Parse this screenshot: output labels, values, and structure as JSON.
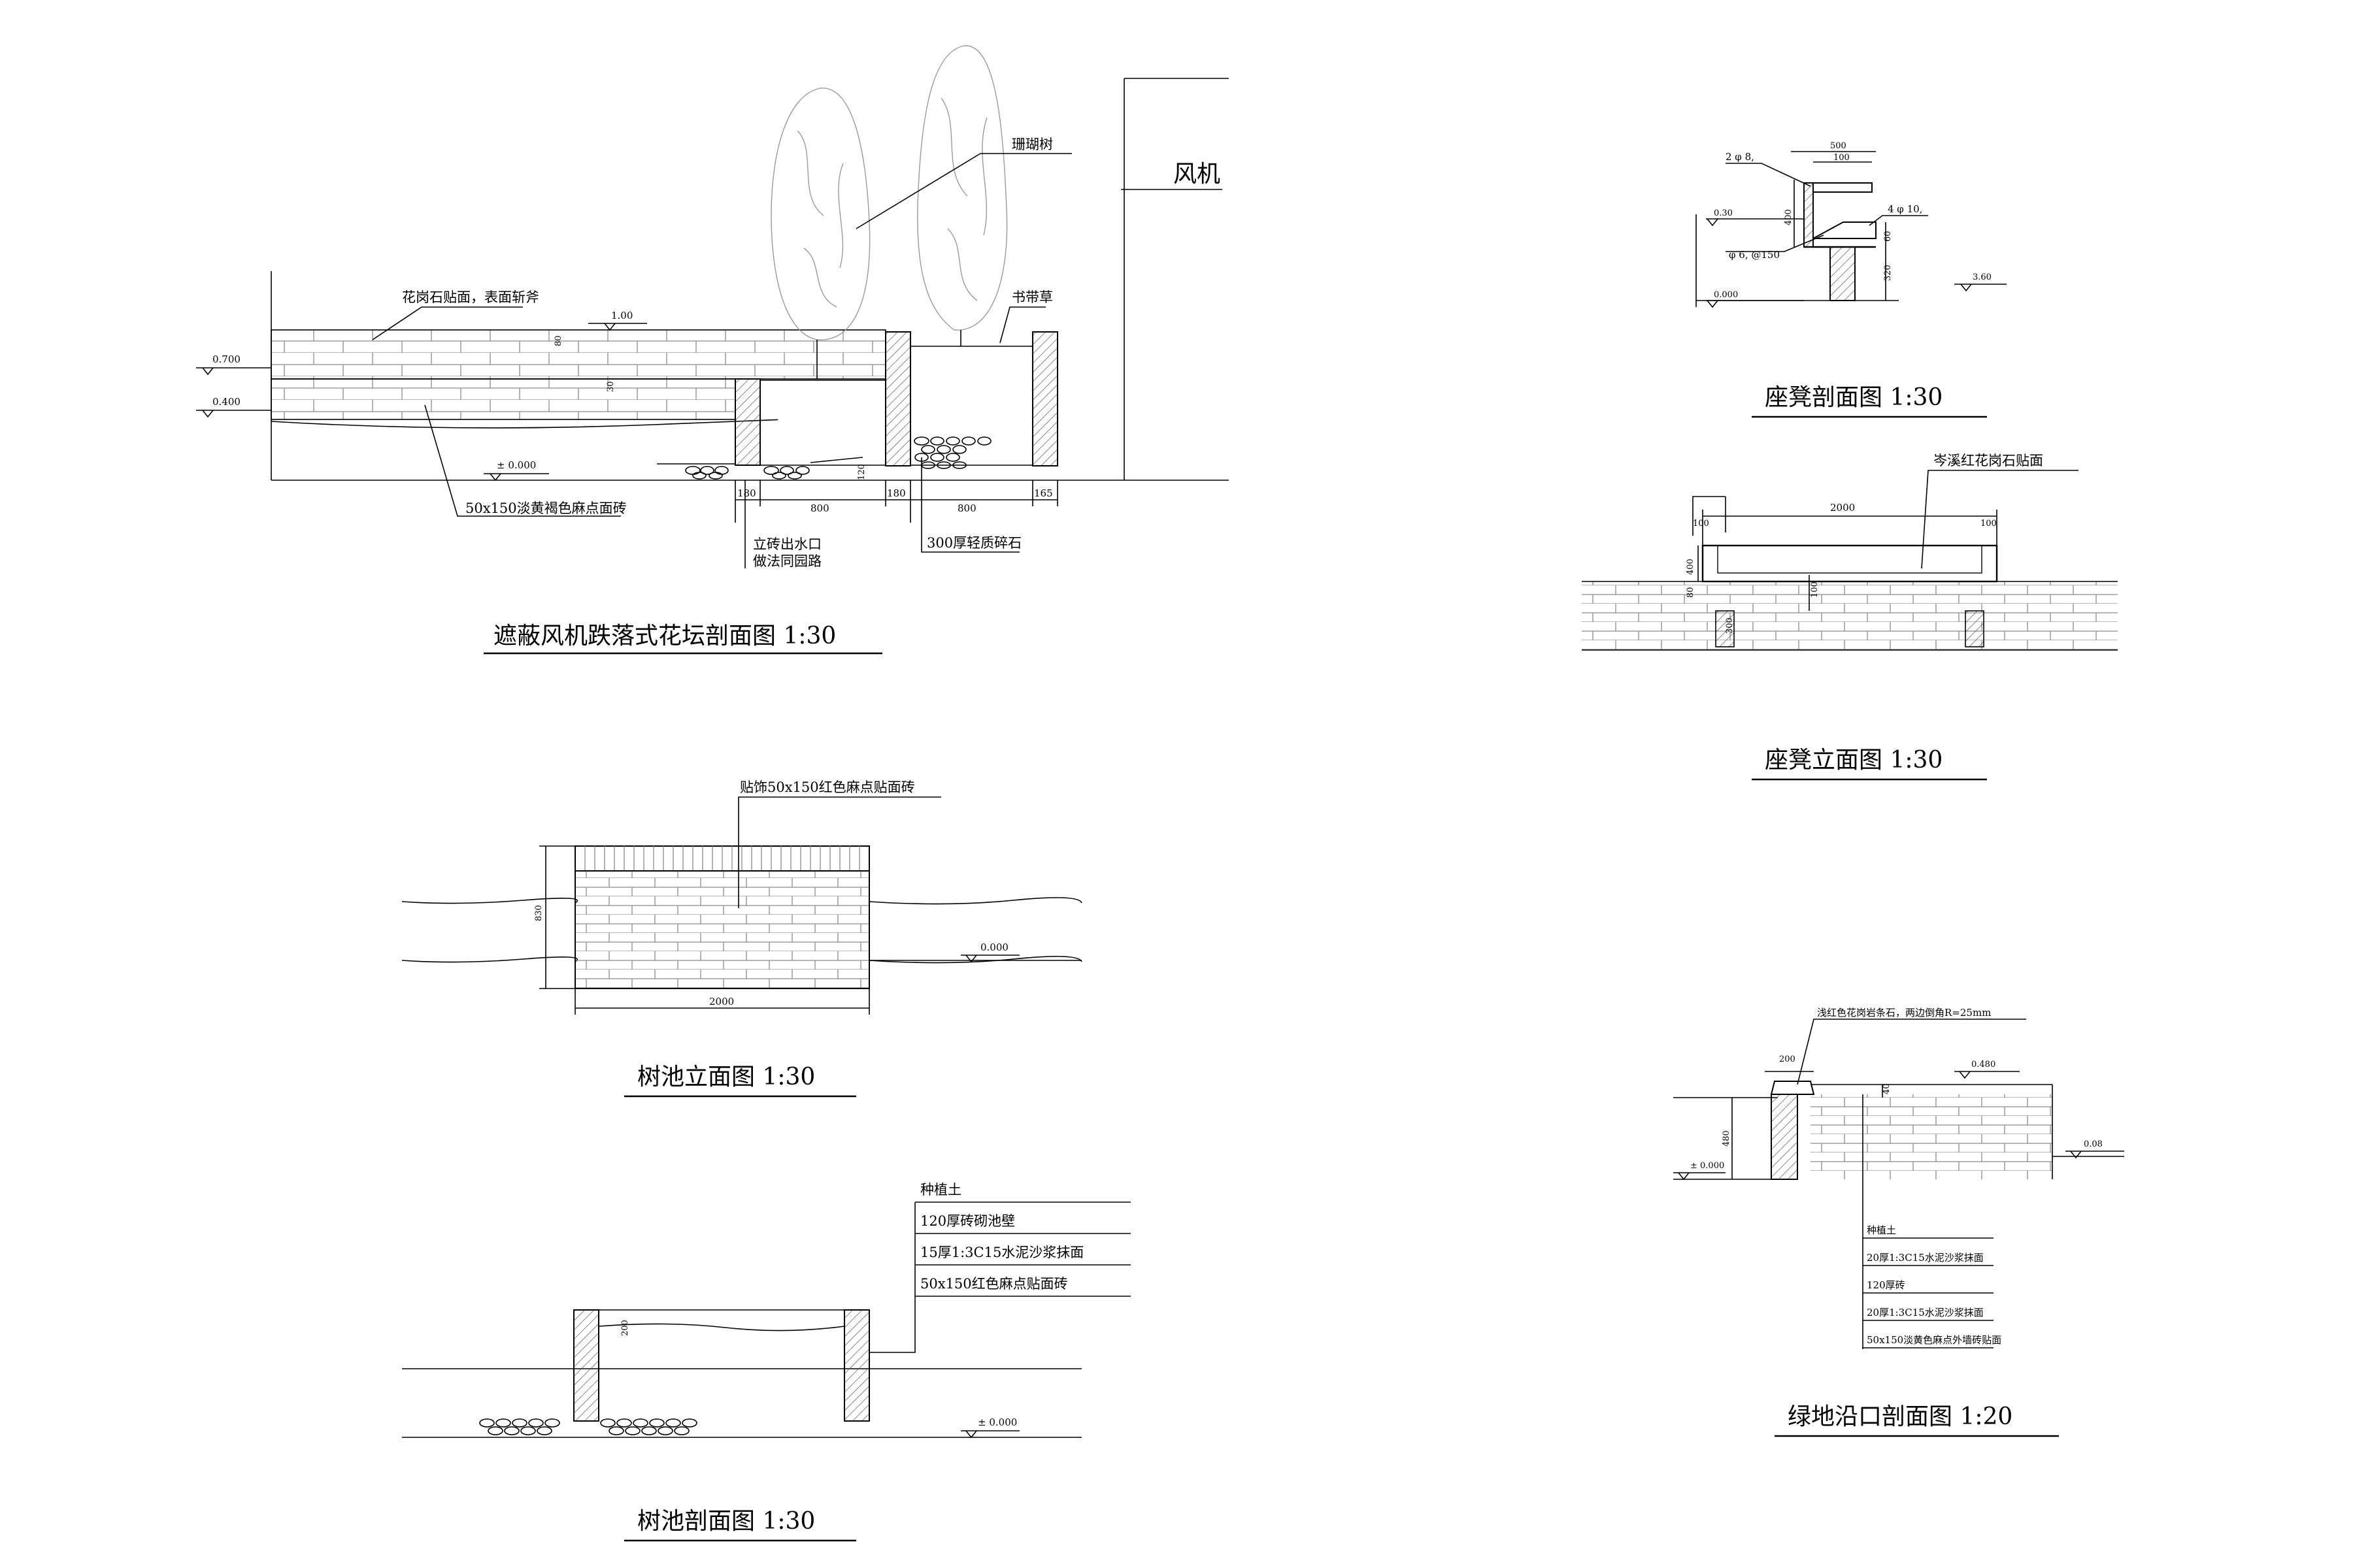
{
  "drawing_a": {
    "title": "遮蔽风机跌落式花坛剖面图  1:30",
    "fan_label": "风机",
    "tree_label": "珊瑚树",
    "granite_label": "花岗石贴面，表面斩斧",
    "grass_label": "书带草",
    "tile_label": "50x150淡黄褐色麻点面砖",
    "outlet_label_1": "立砖出水口",
    "outlet_label_2": "做法同园路",
    "gravel_label": "300厚轻质碎石",
    "level_top": "1.00",
    "level_700": "0.700",
    "level_400": "0.400",
    "level_zero": "± 0.000",
    "dim_80": "80",
    "dim_30": "30",
    "dim_120": "120",
    "dim_180a": "180",
    "dim_800a": "800",
    "dim_180b": "180",
    "dim_800b": "800",
    "dim_165": "165"
  },
  "drawing_b": {
    "title": "树池立面图  1:30",
    "tile_label": "贴饰50x150红色麻点贴面砖",
    "dim_width": "2000",
    "dim_height": "830",
    "level_zero": "0.000"
  },
  "drawing_c": {
    "title": "树池剖面图  1:30",
    "layers": [
      "种植土",
      "120厚砖砌池壁",
      "15厚1:3C15水泥沙浆抹面",
      "50x150红色麻点贴面砖"
    ],
    "dim_200": "200",
    "level_zero": "± 0.000"
  },
  "drawing_d": {
    "title": "座凳剖面图  1:30",
    "rebar_top": "2 φ 8,",
    "rebar_right": "4 φ 10,",
    "rebar_stirrup": "φ 6, @150",
    "dim_500": "500",
    "dim_100": "100",
    "dim_400": "400",
    "dim_60": "60",
    "dim_320": "320",
    "level_left_top": "0.30",
    "level_left_bottom": "0.000",
    "level_right": "3.60"
  },
  "drawing_e": {
    "title": "座凳立面图  1:30",
    "finish_label": "岑溪红花岗石贴面",
    "dim_width": "2000",
    "dim_100_left": "100",
    "dim_100_right": "100",
    "dim_400": "400",
    "dim_80": "80",
    "dim_100_mid": "100",
    "dim_300": "300"
  },
  "drawing_f": {
    "title": "绿地沿口剖面图  1:20",
    "stone_label": "浅红色花岗岩条石，两边倒角R=25mm",
    "dim_200": "200",
    "dim_40": "40",
    "dim_480": "480",
    "level_480": "0.480",
    "level_zero": "± 0.000",
    "level_right": "0.08",
    "layers": [
      "种植土",
      "20厚1:3C15水泥沙浆抹面",
      "120厚砖",
      "20厚1:3C15水泥沙浆抹面",
      "50x150淡黄色麻点外墙砖贴面"
    ]
  }
}
